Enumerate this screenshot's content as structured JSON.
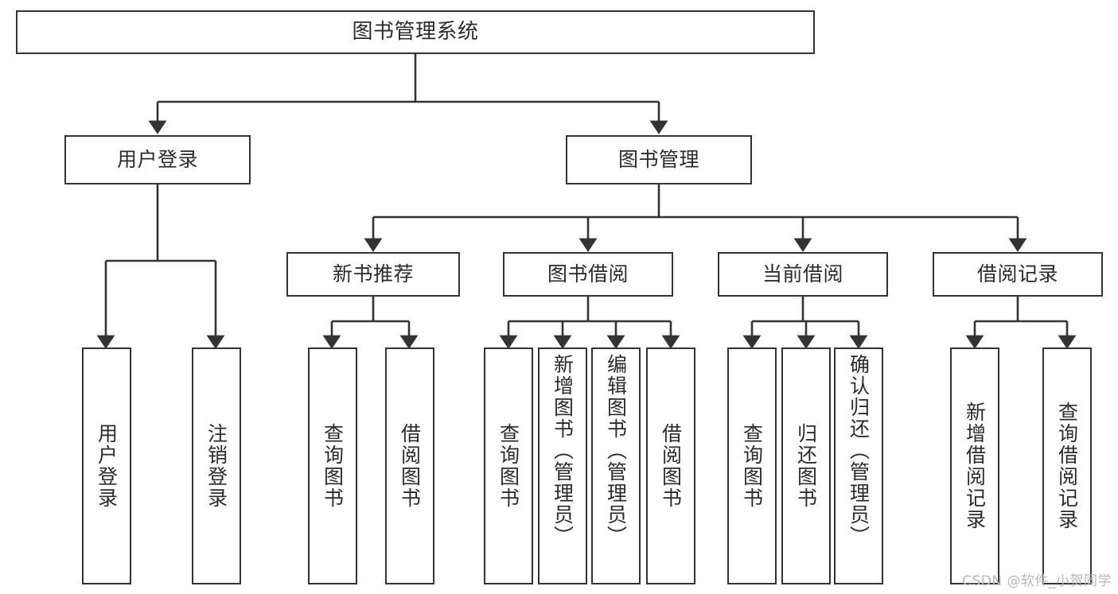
{
  "diagram": {
    "title": "图书管理系统",
    "watermark": "CSDN @软件_小贺同学",
    "type": "tree-hierarchy-diagram",
    "stroke_color": "#333333",
    "text_color": "#2b2b2b",
    "background_color": "#ffffff",
    "nodes": {
      "root": {
        "label": "图书管理系统"
      },
      "level2": [
        {
          "id": "user-login",
          "label": "用户登录"
        },
        {
          "id": "book-management",
          "label": "图书管理"
        }
      ],
      "level3": [
        {
          "id": "new-book-recommend",
          "label": "新书推荐"
        },
        {
          "id": "book-borrow",
          "label": "图书借阅"
        },
        {
          "id": "current-borrow",
          "label": "当前借阅"
        },
        {
          "id": "borrow-record",
          "label": "借阅记录"
        }
      ],
      "leaves": {
        "user_login": [
          {
            "id": "leaf-user-login",
            "label": "用户登录"
          },
          {
            "id": "leaf-logout-login",
            "label": "注销登录"
          }
        ],
        "new_book_recommend": [
          {
            "id": "leaf-query-book-1",
            "label": "查询图书"
          },
          {
            "id": "leaf-borrow-book-1",
            "label": "借阅图书"
          }
        ],
        "book_borrow": [
          {
            "id": "leaf-query-book-2",
            "label": "查询图书"
          },
          {
            "id": "leaf-add-book",
            "label": "新增图书（管理员）"
          },
          {
            "id": "leaf-edit-book",
            "label": "编辑图书（管理员）"
          },
          {
            "id": "leaf-borrow-book-2",
            "label": "借阅图书"
          }
        ],
        "current_borrow": [
          {
            "id": "leaf-query-book-3",
            "label": "查询图书"
          },
          {
            "id": "leaf-return-book",
            "label": "归还图书"
          },
          {
            "id": "leaf-confirm-return",
            "label": "确认归还（管理员）"
          }
        ],
        "borrow_record": [
          {
            "id": "leaf-add-record",
            "label": "新增借阅记录"
          },
          {
            "id": "leaf-query-record",
            "label": "查询借阅记录"
          }
        ]
      }
    }
  }
}
